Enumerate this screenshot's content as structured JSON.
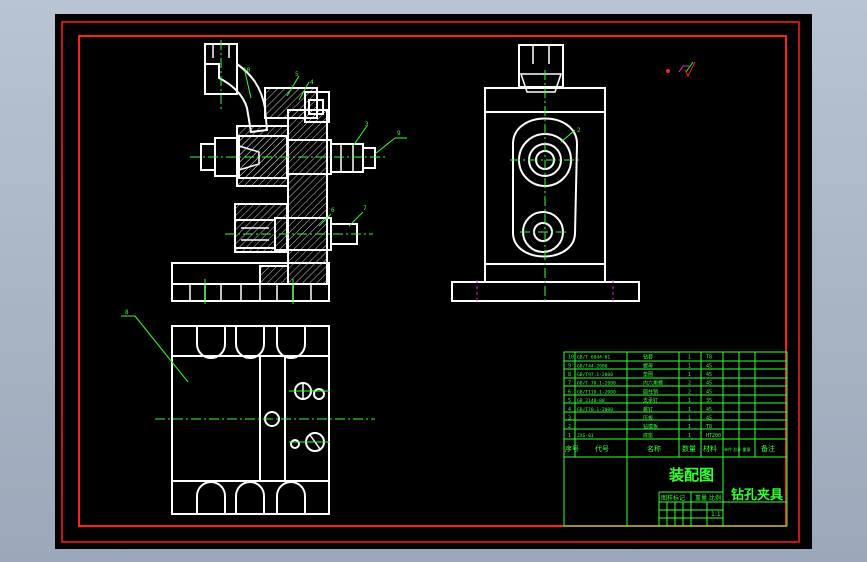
{
  "drawing": {
    "title": "装配图",
    "product_name": "钻孔夹具",
    "scale": "1:1",
    "label_mark_count": "图样标记",
    "label_weight": "重量",
    "label_scale": "比例"
  },
  "bom": {
    "headers": {
      "seq": "序号",
      "code": "代号",
      "name": "名称",
      "qty": "数量",
      "material": "材料",
      "weight": "单件 总计 重量",
      "remark": "备注"
    },
    "rows": [
      {
        "seq": "10",
        "code": "GB/T 6844-01",
        "name": "钻套",
        "qty": "1",
        "material": "T8"
      },
      {
        "seq": "9",
        "code": "GB/T44-2000",
        "name": "螺母",
        "qty": "1",
        "material": "45"
      },
      {
        "seq": "8",
        "code": "GB/T97.1-2000",
        "name": "垫圈",
        "qty": "1",
        "material": "45"
      },
      {
        "seq": "7",
        "code": "GB/T 70.1-2000",
        "name": "内六角螺",
        "qty": "2",
        "material": "45"
      },
      {
        "seq": "6",
        "code": "GB/T119.1-2000",
        "name": "圆柱销",
        "qty": "2",
        "material": "45"
      },
      {
        "seq": "5",
        "code": "GB 2148-80",
        "name": "支承钉",
        "qty": "1",
        "material": "35"
      },
      {
        "seq": "4",
        "code": "GB/T70.1-2000",
        "name": "螺钉",
        "qty": "1",
        "material": "45"
      },
      {
        "seq": "3",
        "code": "",
        "name": "压板",
        "qty": "1",
        "material": "45"
      },
      {
        "seq": "2",
        "code": "",
        "name": "钻模板",
        "qty": "1",
        "material": "T8"
      },
      {
        "seq": "1",
        "code": "ZXG-01",
        "name": "底座",
        "qty": "1",
        "material": "HT200"
      }
    ]
  },
  "callouts": [
    "10",
    "5",
    "4",
    "3",
    "9",
    "6",
    "7",
    "8",
    "2"
  ],
  "colors": {
    "background": "#000000",
    "frame": "#ff2020",
    "geometry": "#ffffff",
    "leader": "#33ff33",
    "centerline": "#33ff33",
    "hidden": "#cc33cc",
    "hatch": "#cccccc",
    "window": "#b9c4d2"
  }
}
